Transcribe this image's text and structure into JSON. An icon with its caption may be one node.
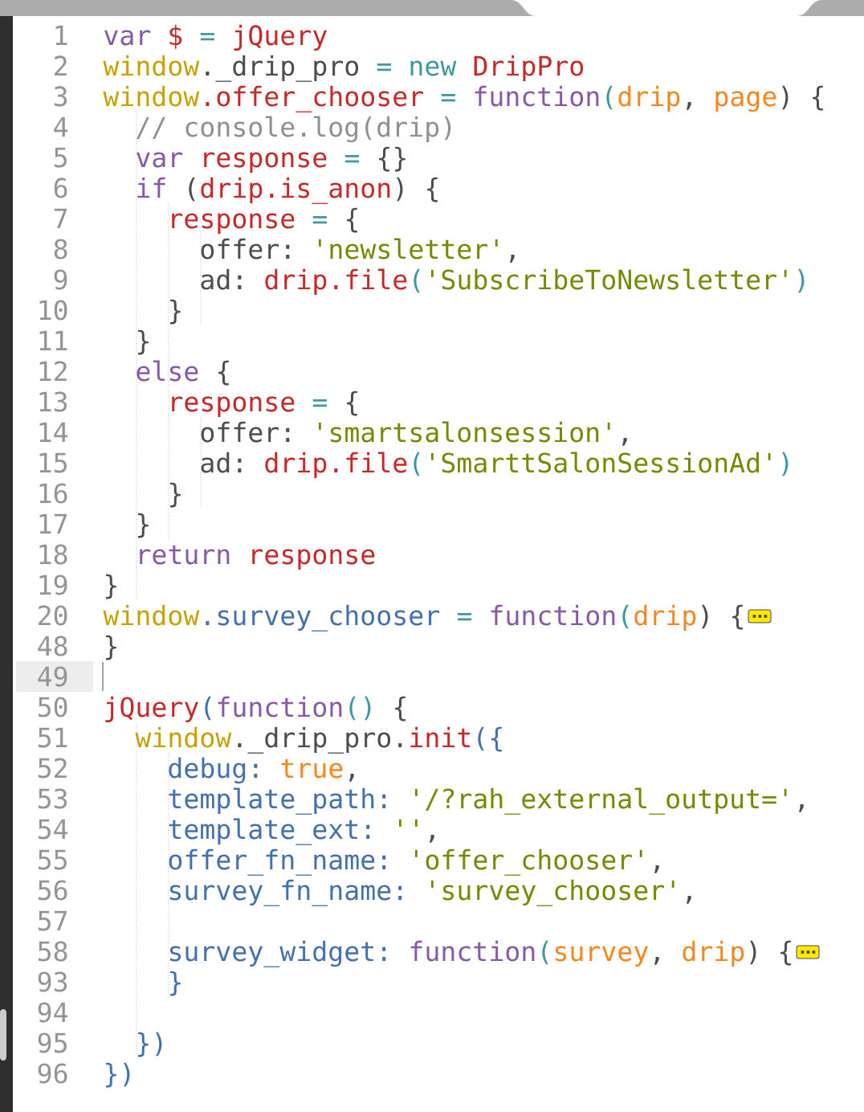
{
  "diagram": {
    "labels": [
      "1",
      "var",
      "$",
      "=",
      "jQuery",
      "2",
      "window",
      "._drip_pro",
      "=",
      "new",
      "DripPro",
      "3",
      "window",
      ".offer_chooser",
      "=",
      "function",
      "(",
      "drip",
      ",",
      "page",
      ")",
      "{",
      "4",
      "// console.log(drip)",
      "5",
      "var",
      "response",
      "=",
      "{}",
      "6",
      "if",
      "(",
      "drip.is_anon",
      ") {",
      "7",
      "response",
      "=",
      "{",
      "8",
      "offer:",
      "'newsletter'",
      ",",
      "9",
      "ad:",
      "drip.file",
      "(",
      "'SubscribeToNewsletter'",
      ")",
      "10",
      "}",
      "11",
      "}",
      "12",
      "else",
      "{",
      "13",
      "response",
      "=",
      "{",
      "14",
      "offer:",
      "'smartsalonsession'",
      ",",
      "15",
      "ad:",
      "drip.file",
      "(",
      "'SmarttSalonSessionAd'",
      ")",
      "16",
      "}",
      "17",
      "}",
      "18",
      "return",
      "response",
      "19",
      "}",
      "20",
      "window",
      ".survey_chooser",
      "=",
      "function",
      "(",
      "drip",
      ")",
      "{",
      "48",
      "}",
      "49",
      "50",
      "jQuery",
      "(",
      "function",
      "()",
      "{",
      "51",
      "window",
      "._drip_pro.",
      "init",
      "({",
      "52",
      "debug:",
      "true",
      ",",
      "53",
      "template_path:",
      "'/?rah_external_output='",
      ",",
      "54",
      "template_ext:",
      "''",
      ",",
      "55",
      "offer_fn_name:",
      "'offer_chooser'",
      ",",
      "56",
      "survey_fn_name:",
      "'survey_chooser'",
      ",",
      "57",
      "58",
      "survey_widget:",
      "function",
      "(",
      "survey",
      ",",
      "drip",
      ")",
      "{",
      "93",
      "}",
      "94",
      "95",
      "})",
      "96",
      "})"
    ]
  }
}
